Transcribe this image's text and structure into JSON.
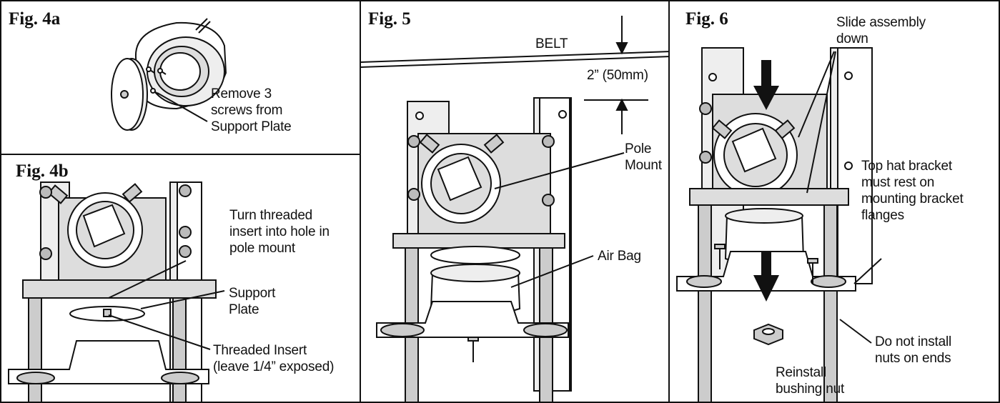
{
  "fig4a": {
    "title": "Fig. 4a",
    "remove_screws": "Remove 3\nscrews from\nSupport Plate"
  },
  "fig4b": {
    "title": "Fig. 4b",
    "turn_insert": "Turn threaded\ninsert into hole in\npole mount",
    "support_plate": "Support\nPlate",
    "threaded_insert": "Threaded Insert\n(leave 1/4” exposed)"
  },
  "fig5": {
    "title": "Fig. 5",
    "belt": "BELT",
    "gap": "2” (50mm)",
    "pole_mount": "Pole\nMount",
    "air_bag": "Air Bag"
  },
  "fig6": {
    "title": "Fig. 6",
    "slide_down": "Slide assembly\ndown",
    "top_hat": "Top hat bracket\nmust rest on\nmounting bracket\nflanges",
    "no_nuts": "Do not install\nnuts on ends",
    "reinstall": "Reinstall\nbushing nut"
  }
}
